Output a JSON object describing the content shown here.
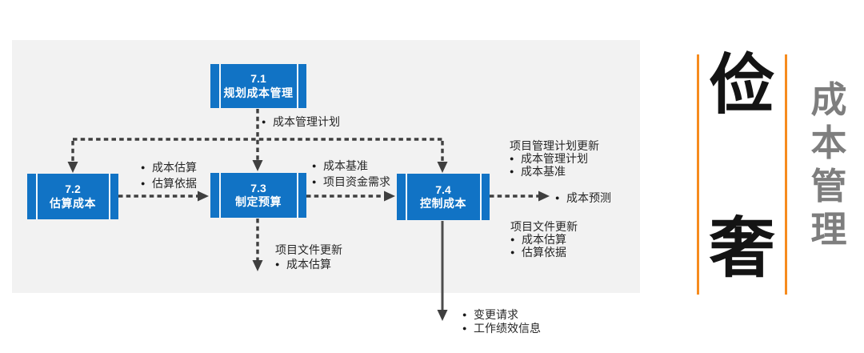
{
  "diagram": {
    "boxes": [
      {
        "id": "7.1",
        "name": "规划成本管理"
      },
      {
        "id": "7.2",
        "name": "估算成本"
      },
      {
        "id": "7.3",
        "name": "制定预算"
      },
      {
        "id": "7.4",
        "name": "控制成本"
      }
    ],
    "labels": {
      "from_71": {
        "items": [
          "成本管理计划"
        ]
      },
      "between_72_73": {
        "items": [
          "成本估算",
          "估算依据"
        ]
      },
      "between_73_74": {
        "items": [
          "成本基准",
          "项目资金需求"
        ]
      },
      "below_73": {
        "title": "项目文件更新",
        "items": [
          "成本估算"
        ]
      },
      "right_74_top": {
        "title": "项目管理计划更新",
        "items": [
          "成本管理计划",
          "成本基准"
        ]
      },
      "out_74": {
        "items": [
          "成本预测"
        ]
      },
      "right_74_bottom": {
        "title": "项目文件更新",
        "items": [
          "成本估算",
          "估算依据"
        ]
      },
      "below_74": {
        "items": [
          "变更请求",
          "工作绩效信息"
        ]
      }
    },
    "colors": {
      "box_blue": "#1173c5",
      "panel_gray": "#f2f2f2",
      "connector_dark": "#3f3f3f",
      "solid_line": "#4d4d4d"
    }
  },
  "sidebar": {
    "big_chars": [
      "俭",
      "奢"
    ],
    "title_chars": [
      "成",
      "本",
      "管",
      "理"
    ],
    "colors": {
      "accent_orange": "#f68b1e",
      "title_gray": "#7e7e7e",
      "char_black": "#141414"
    }
  }
}
